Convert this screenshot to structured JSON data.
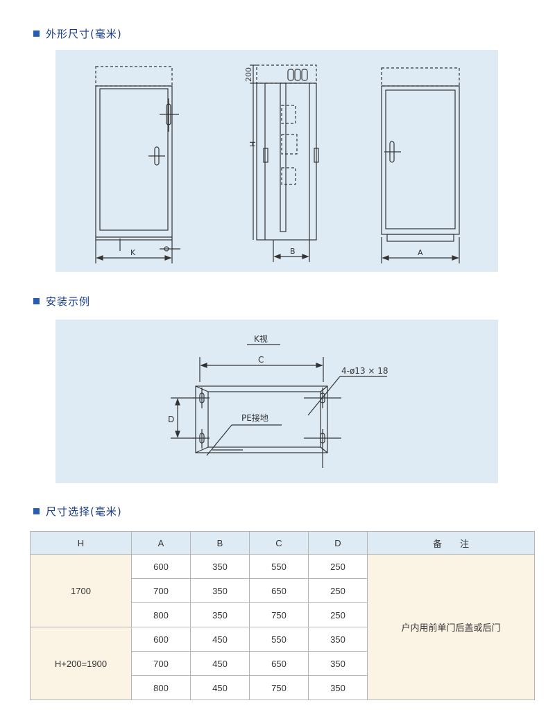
{
  "sections": {
    "dimensions_title": "外形尺寸(毫米)",
    "installation_title": "安装示例",
    "selection_title": "尺寸选择(毫米)"
  },
  "drawing_labels": {
    "k": "K",
    "h_extra": "200",
    "h": "H",
    "b": "B",
    "a": "A",
    "k_view": "K视",
    "c": "C",
    "d": "D",
    "holes": "4-ø13 × 18",
    "pe": "PE接地"
  },
  "table": {
    "headers": [
      "H",
      "A",
      "B",
      "C",
      "D",
      "备　　注"
    ],
    "groups": [
      {
        "h": "1700",
        "rows": [
          {
            "a": "600",
            "b": "350",
            "c": "550",
            "d": "250"
          },
          {
            "a": "700",
            "b": "350",
            "c": "650",
            "d": "250"
          },
          {
            "a": "800",
            "b": "350",
            "c": "750",
            "d": "250"
          }
        ]
      },
      {
        "h": "H+200=1900",
        "rows": [
          {
            "a": "600",
            "b": "450",
            "c": "550",
            "d": "350"
          },
          {
            "a": "700",
            "b": "450",
            "c": "650",
            "d": "350"
          },
          {
            "a": "800",
            "b": "450",
            "c": "750",
            "d": "350"
          }
        ]
      }
    ],
    "note": "户内用前单门后盖或后门"
  },
  "colors": {
    "panel_bg": "#deebf5",
    "title_blue": "#1a3c8c",
    "cell_cream": "#fbf3e4"
  }
}
